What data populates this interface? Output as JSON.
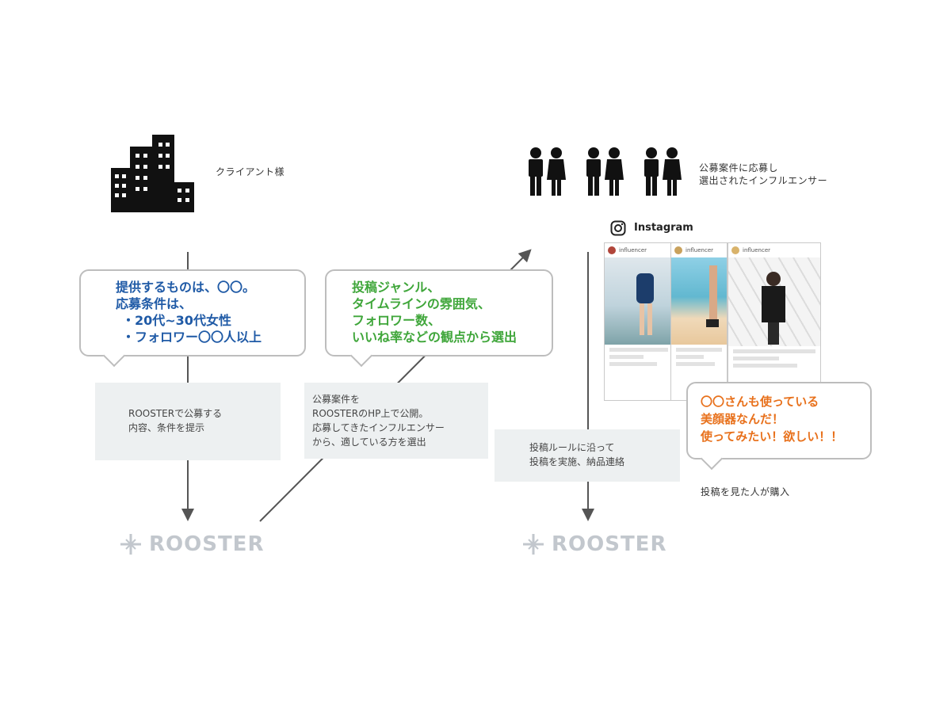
{
  "client": {
    "label": "クライアント様"
  },
  "influencers": {
    "label_line1": "公募案件に応募し",
    "label_line2": "選出されたインフルエンサー"
  },
  "instagram": {
    "label": "Instagram",
    "post_user": "influencer"
  },
  "bubbles": {
    "client_offer": {
      "lines": [
        "提供するものは、〇〇。",
        "応募条件は、",
        "・20代~30代女性",
        "・フォロワー〇〇人以上"
      ],
      "color": "#1f5aa6"
    },
    "selection": {
      "lines": [
        "投稿ジャンル、",
        "タイムラインの雰囲気、",
        "フォロワー数、",
        "いいね率などの観点から選出"
      ],
      "color": "#3fa63a"
    },
    "consumer": {
      "lines": [
        "〇〇さんも使っている",
        "美顔器なんだ！",
        "使ってみたい！欲しい！！"
      ],
      "color": "#e8711c"
    }
  },
  "steps": {
    "step1": {
      "line1": "ROOSTERで公募する",
      "line2": "内容、条件を提示"
    },
    "step2": {
      "line1": "公募案件を",
      "line2": "ROOSTERのHP上で公開。",
      "line3": "応募してきたインフルエンサー",
      "line4": "から、適している方を選出"
    },
    "step3": {
      "line1": "投稿ルールに沿って",
      "line2": "投稿を実施、納品連絡"
    }
  },
  "purchase": {
    "label": "投稿を見た人が購入"
  },
  "rooster": {
    "left": "ROOSTER",
    "right": "ROOSTER"
  }
}
